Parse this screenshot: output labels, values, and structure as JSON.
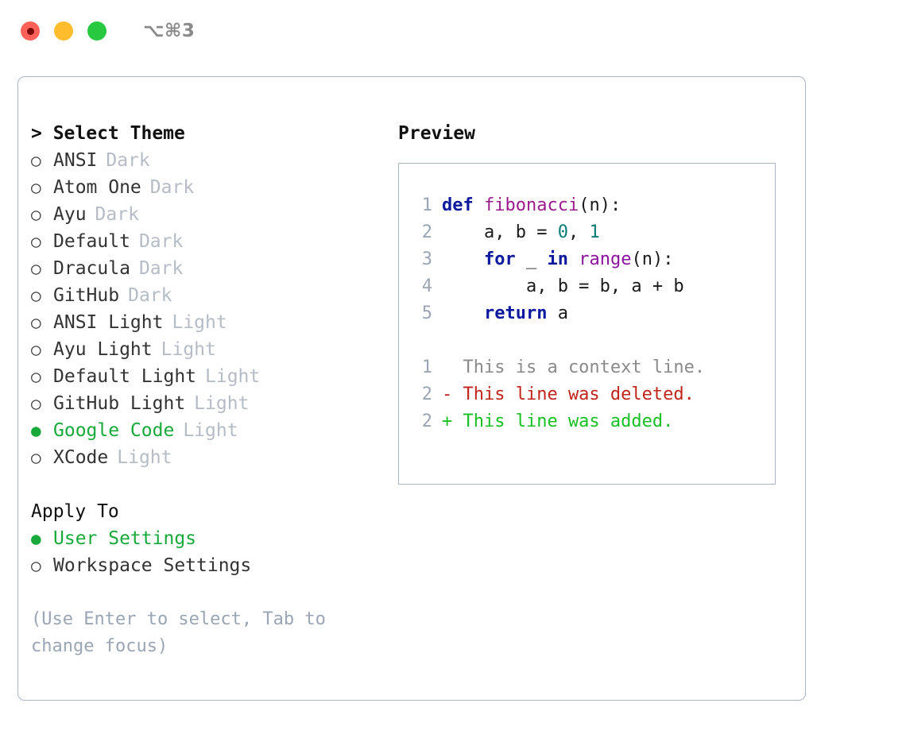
{
  "titlebar": {
    "lights": [
      {
        "name": "close-button",
        "color": "#ff6159",
        "recording": true
      },
      {
        "name": "minimize-button",
        "color": "#ffbd2e",
        "recording": false
      },
      {
        "name": "maximize-button",
        "color": "#28c840",
        "recording": false
      }
    ],
    "shortcut": "⌥⌘3"
  },
  "theme_picker": {
    "header": "> Select Theme",
    "selected_theme": "Google Code",
    "options": [
      {
        "bullet": "○",
        "label": "ANSI",
        "variant": "Dark",
        "selected": false
      },
      {
        "bullet": "○",
        "label": "Atom One",
        "variant": "Dark",
        "selected": false
      },
      {
        "bullet": "○",
        "label": "Ayu",
        "variant": "Dark",
        "selected": false
      },
      {
        "bullet": "○",
        "label": "Default",
        "variant": "Dark",
        "selected": false
      },
      {
        "bullet": "○",
        "label": "Dracula",
        "variant": "Dark",
        "selected": false
      },
      {
        "bullet": "○",
        "label": "GitHub",
        "variant": "Dark",
        "selected": false
      },
      {
        "bullet": "○",
        "label": "ANSI Light",
        "variant": "Light",
        "selected": false
      },
      {
        "bullet": "○",
        "label": "Ayu Light",
        "variant": "Light",
        "selected": false
      },
      {
        "bullet": "○",
        "label": "Default Light",
        "variant": "Light",
        "selected": false
      },
      {
        "bullet": "○",
        "label": "GitHub Light",
        "variant": "Light",
        "selected": false
      },
      {
        "bullet": "●",
        "label": "Google Code",
        "variant": "Light",
        "selected": true
      },
      {
        "bullet": "○",
        "label": "XCode",
        "variant": "Light",
        "selected": false
      }
    ]
  },
  "apply_to": {
    "header": "Apply To",
    "selected": "User Settings",
    "options": [
      {
        "bullet": "●",
        "label": "User Settings",
        "selected": true
      },
      {
        "bullet": "○",
        "label": "Workspace Settings",
        "selected": false
      }
    ]
  },
  "hint": "(Use Enter to select, Tab to change focus)",
  "preview": {
    "title": "Preview",
    "code_lines": [
      {
        "num": "1",
        "tokens": [
          {
            "t": "def ",
            "c": "kw"
          },
          {
            "t": "fibonacci",
            "c": "fn"
          },
          {
            "t": "(n):",
            "c": "plain"
          }
        ]
      },
      {
        "num": "2",
        "tokens": [
          {
            "t": "    a, b = ",
            "c": "plain"
          },
          {
            "t": "0",
            "c": "num"
          },
          {
            "t": ", ",
            "c": "plain"
          },
          {
            "t": "1",
            "c": "num"
          }
        ]
      },
      {
        "num": "3",
        "tokens": [
          {
            "t": "    for ",
            "c": "kw"
          },
          {
            "t": "_ ",
            "c": "plain"
          },
          {
            "t": "in ",
            "c": "kw"
          },
          {
            "t": "range",
            "c": "builtin"
          },
          {
            "t": "(n):",
            "c": "plain"
          }
        ]
      },
      {
        "num": "4",
        "tokens": [
          {
            "t": "        a, b = b, a + b",
            "c": "plain"
          }
        ]
      },
      {
        "num": "5",
        "tokens": [
          {
            "t": "    return ",
            "c": "kw"
          },
          {
            "t": "a",
            "c": "plain"
          }
        ]
      }
    ],
    "diff_lines": [
      {
        "num": "1",
        "tokens": [
          {
            "t": "  This is a context line.",
            "c": "ctx"
          }
        ]
      },
      {
        "num": "2",
        "tokens": [
          {
            "t": "- This line was deleted.",
            "c": "del"
          }
        ]
      },
      {
        "num": "2",
        "tokens": [
          {
            "t": "+ This line was added.",
            "c": "add"
          }
        ]
      }
    ]
  },
  "colors": {
    "accent_green": "#17a93a",
    "border": "#aab4c4",
    "muted": "#9aa5b5",
    "variant_badge": "#b6bcc6"
  }
}
